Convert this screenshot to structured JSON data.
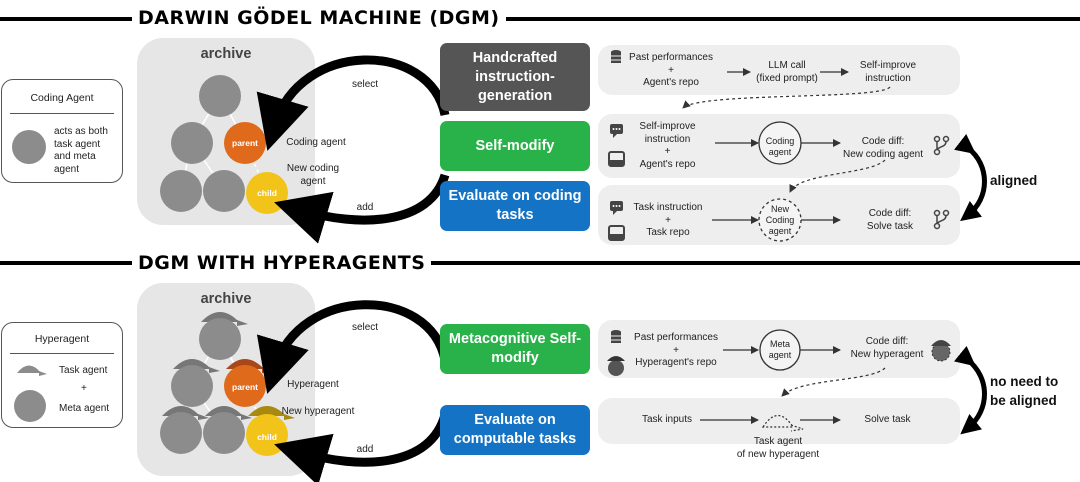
{
  "top": {
    "title": "DARWIN GÖDEL MACHINE (DGM)",
    "legend": {
      "title": "Coding Agent",
      "description": "acts as both task agent and meta agent"
    },
    "archive": {
      "label": "archive",
      "parent": "parent",
      "child": "child"
    },
    "loop": {
      "select": "select",
      "add": "add",
      "parent_label": "Coding agent",
      "child_label": "New coding agent"
    },
    "steps": [
      {
        "label": "Handcrafted instruction-generation"
      },
      {
        "label": "Self-modify"
      },
      {
        "label": "Evaluate on coding tasks"
      }
    ],
    "row1": {
      "input": "Past performances\n+\nAgent's repo",
      "call": "LLM call\n(fixed prompt)",
      "output": "Self-improve\ninstruction"
    },
    "row2": {
      "input": "Self-improve\ninstruction\n+\nAgent's repo",
      "agent": "Coding\nagent",
      "output": "Code diff:\nNew coding agent"
    },
    "row3": {
      "input": "Task instruction\n+\nTask repo",
      "agent": "New\nCoding\nagent",
      "output": "Code diff:\nSolve task"
    },
    "side_label": "aligned"
  },
  "bottom": {
    "title": "DGM WITH HYPERAGENTS",
    "legend": {
      "title": "Hyperagent",
      "task_agent": "Task agent",
      "plus": "+",
      "meta_agent": "Meta agent"
    },
    "archive": {
      "label": "archive",
      "parent": "parent",
      "child": "child"
    },
    "loop": {
      "select": "select",
      "add": "add",
      "parent_label": "Hyperagent",
      "child_label": "New hyperagent"
    },
    "steps": [
      {
        "label": "Metacognitive Self-modify"
      },
      {
        "label": "Evaluate on computable tasks"
      }
    ],
    "row1": {
      "input": "Past performances\n+\nHyperagent's repo",
      "agent": "Meta\nagent",
      "output": "Code diff:\nNew hyperagent"
    },
    "row2": {
      "input": "Task inputs",
      "agent": "Task agent\nof new hyperagent",
      "output": "Solve task"
    },
    "side_label": "no need to\nbe aligned"
  },
  "colors": {
    "handcrafted": "#555555",
    "green": "#2ab24a",
    "blue": "#1473c4",
    "parent": "#e06a1b",
    "child": "#f2c318",
    "node": "#8c8c8c",
    "panel": "#e6e6e6"
  }
}
